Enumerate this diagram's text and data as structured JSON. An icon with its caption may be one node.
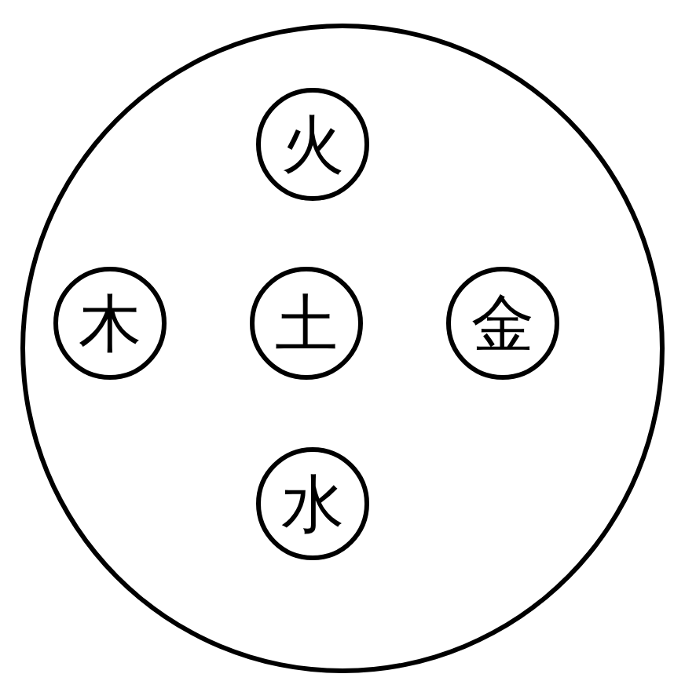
{
  "diagram": {
    "nodes": [
      {
        "text": [],
        "shape": "circle"
      },
      {
        "text": [
          "火"
        ],
        "in": 0
      },
      {
        "text": [
          "木"
        ],
        "in": 0
      },
      {
        "text": [
          "土"
        ],
        "in": 0
      },
      {
        "text": [
          "金"
        ],
        "in": 0
      },
      {
        "text": [
          "水"
        ],
        "in": 0
      }
    ]
  }
}
